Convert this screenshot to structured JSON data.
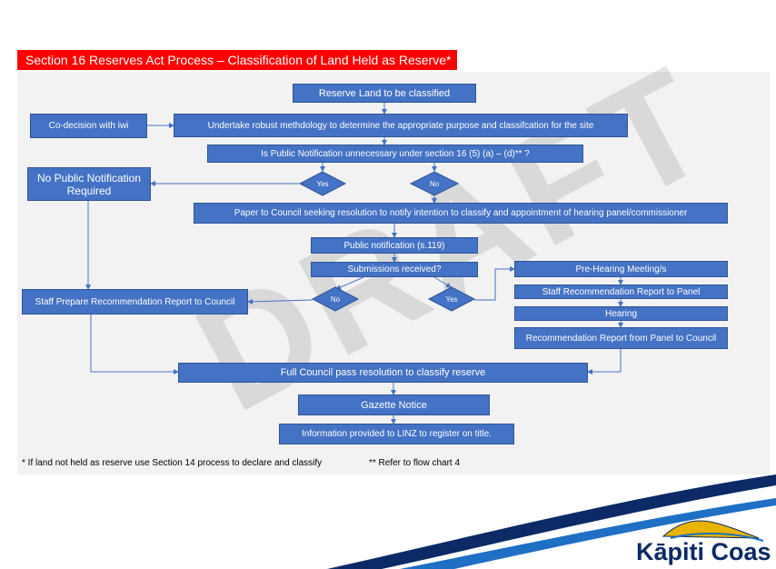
{
  "title": "Section 16 Reserves Act Process – Classification of Land Held as Reserve*",
  "watermark": "DRAFT",
  "nodes": {
    "reserve_land": "Reserve Land to be classified",
    "co_decision": "Co-decision with iwi",
    "methodology": "Undertake robust methdology to determine the appropriate purpose and  classifcation for the site",
    "notification_question": "Is Public Notification unnecessary under section 16 (5) (a) – (d)** ?",
    "no_public_notification": "No Public Notification Required",
    "paper_to_council": "Paper to Council seeking resolution to notify intention to classify and appointment of hearing panel/commissioner",
    "public_notification": "Public notification  (s.119)",
    "submissions_received": "Submissions received?",
    "pre_hearing": "Pre-Hearing Meeting/s",
    "staff_report_panel": "Staff Recommendation Report to Panel",
    "hearing": "Hearing",
    "panel_report": "Recommendation Report from Panel to Council",
    "staff_report_council": "Staff Prepare Recommendation Report to Council",
    "full_council": "Full Council pass resolution to classify reserve",
    "gazette": "Gazette Notice",
    "linz": "Information provided to LINZ to register on title."
  },
  "decisions": {
    "yes_1": "Yes",
    "no_1": "No",
    "no_2": "No",
    "yes_2": "Yes"
  },
  "footnotes": {
    "note_1": "* If land not held as reserve use Section 14 process to declare and classify",
    "note_2": "** Refer to flow chart 4"
  },
  "logo_text": "Kāpiti Coas",
  "colors": {
    "box_fill": "#4472c4",
    "title_bar": "#ff0000",
    "panel": "#f2f2f2",
    "swoosh_navy": "#0b2a66",
    "swoosh_blue": "#1f6fc5"
  }
}
